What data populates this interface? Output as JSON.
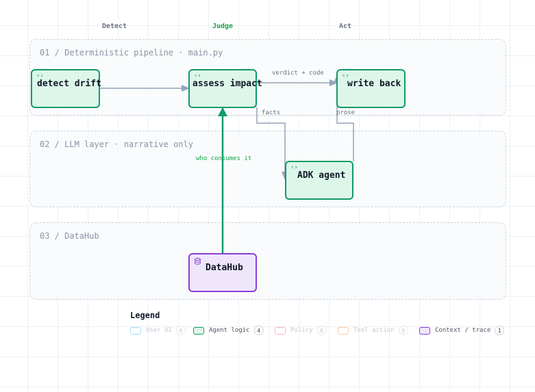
{
  "columns": {
    "detect": "Detect",
    "judge": "Judge",
    "act": "Act"
  },
  "lanes": {
    "pipeline": "01 / Deterministic pipeline · main.py",
    "llm": "02 / LLM layer · narrative only",
    "datahub": "03 / DataHub"
  },
  "nodes": {
    "detect_drift": "detect drift",
    "assess_impact": "assess impact",
    "write_back": "write back",
    "adk_agent": "ADK agent",
    "datahub": "DataHub"
  },
  "edges": {
    "verdict": "verdict + code",
    "facts": "facts",
    "prose": "prose",
    "consumes": "who consumes it"
  },
  "legend": {
    "title": "Legend",
    "items": [
      {
        "label": "User UI",
        "count": "0",
        "color": "#38bdf8"
      },
      {
        "label": "Agent logic",
        "count": "4",
        "color": "#129a6a"
      },
      {
        "label": "Policy",
        "count": "0",
        "color": "#f472b6"
      },
      {
        "label": "Tool action",
        "count": "0",
        "color": "#fb923c"
      },
      {
        "label": "Context / trace",
        "count": "1",
        "color": "#8b3fd6"
      }
    ]
  },
  "colors": {
    "agent_logic": "#129a6a",
    "context": "#8b3fd6",
    "edge": "#94a3b8",
    "accent_text": "#16a34a"
  },
  "icons": {
    "code": "code-brackets-icon",
    "database": "database-icon"
  }
}
